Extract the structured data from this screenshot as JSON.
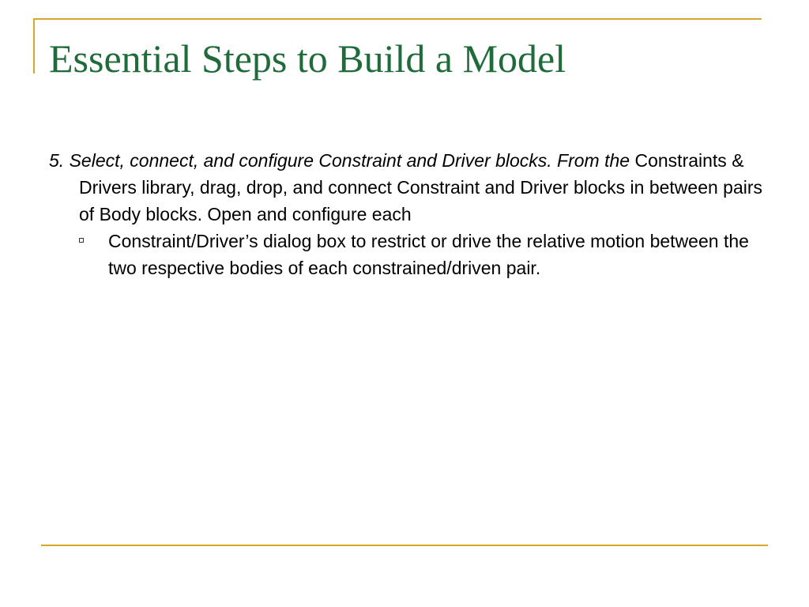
{
  "slide": {
    "title": "Essential Steps to Build a Model",
    "paragraph": {
      "italic_lead": "5. Select, connect, and configure Constraint and Driver blocks. From the",
      "rest": " Constraints & Drivers library, drag, drop, and connect Constraint and Driver blocks in between pairs of Body blocks. Open and configure each"
    },
    "bullets": [
      {
        "icon": "hollow-square-icon",
        "text": "Constraint/Driver’s dialog box to restrict or drive the relative motion between the two respective bodies of each constrained/driven pair."
      }
    ]
  },
  "colors": {
    "accent_gold": "#d4a82a",
    "title_green": "#1f6b3a",
    "text": "#000000"
  }
}
